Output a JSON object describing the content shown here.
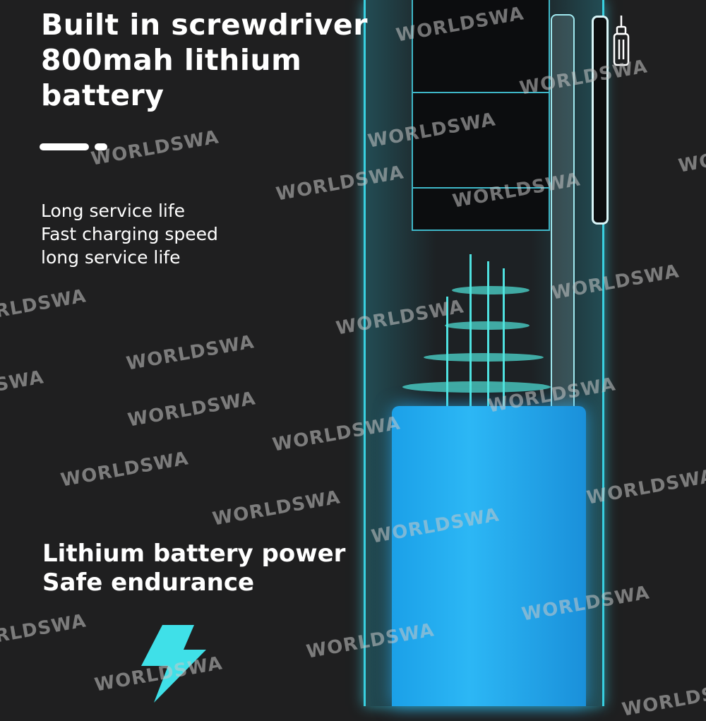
{
  "headline": [
    "Built in screwdriver",
    "800mah lithium",
    "battery"
  ],
  "features": [
    "Long service life",
    "Fast charging speed",
    "long service life"
  ],
  "power": [
    "Lithium battery power",
    "Safe endurance"
  ],
  "watermark": "WORLDSWA",
  "colors": {
    "background": "#1f1f20",
    "accent": "#39d0e0",
    "battery": "#2cb7f5",
    "bolt": "#3fe0e8"
  }
}
